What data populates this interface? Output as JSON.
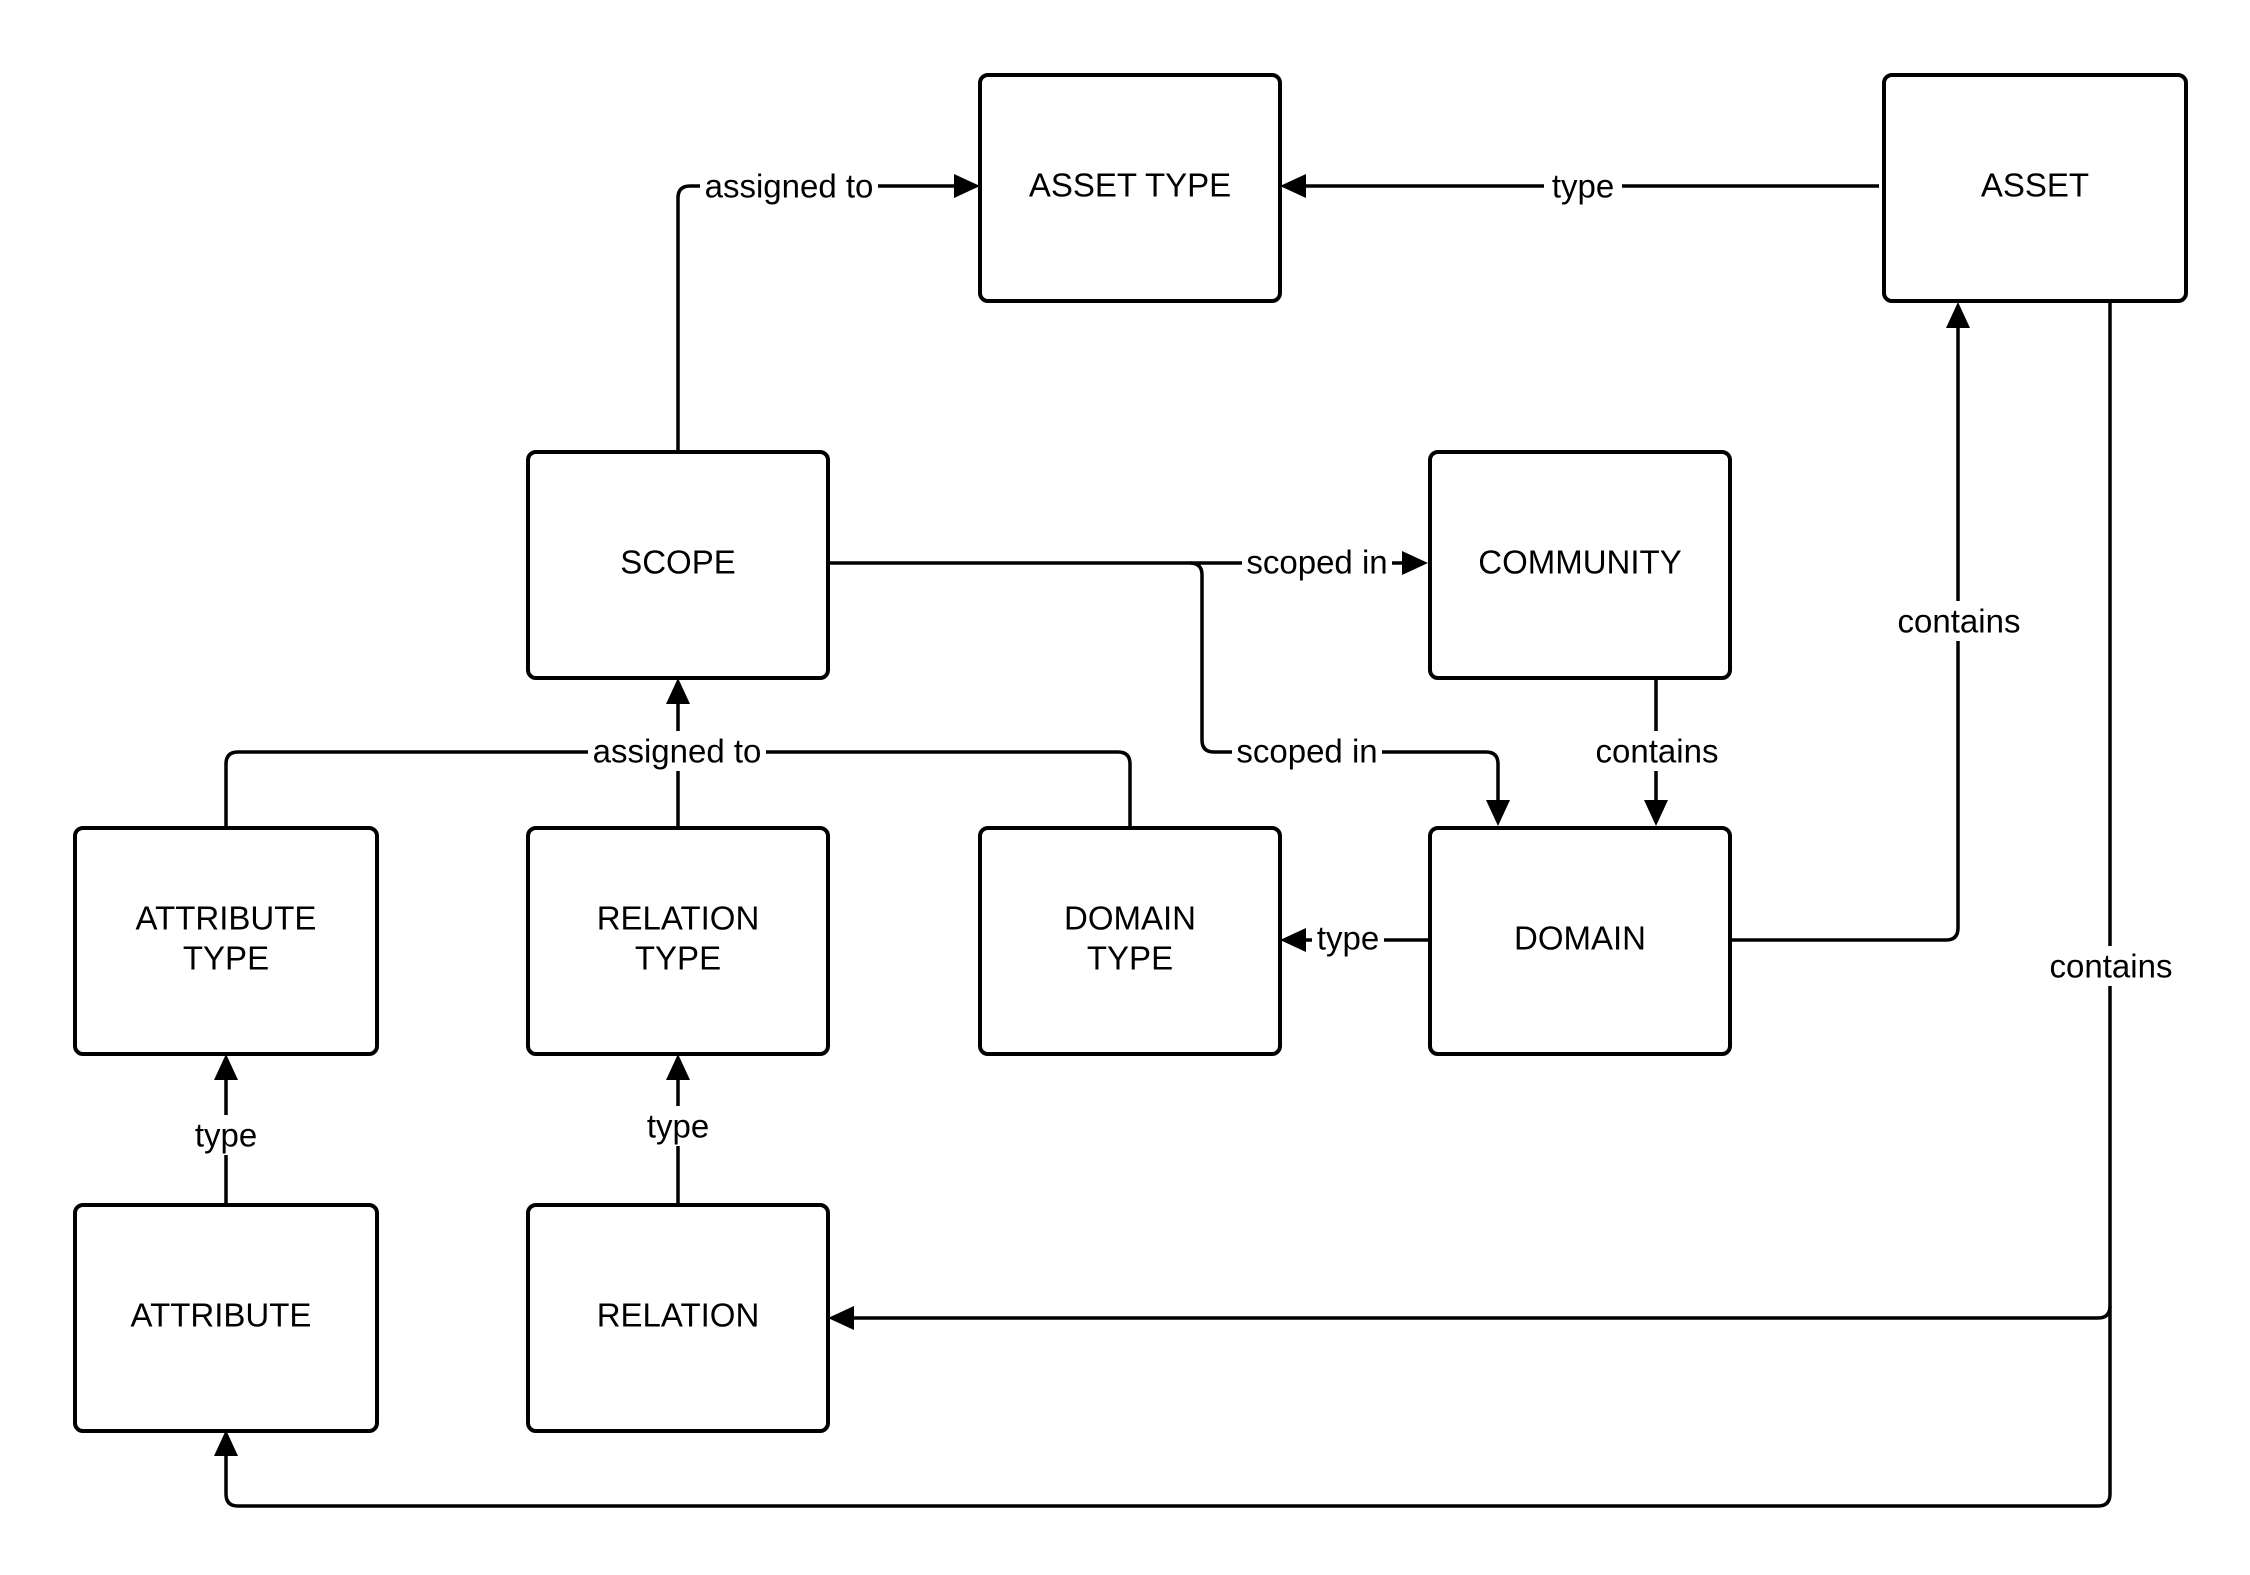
{
  "nodes": {
    "asset_type": [
      "ASSET TYPE"
    ],
    "asset": [
      "ASSET"
    ],
    "scope": [
      "SCOPE"
    ],
    "community": [
      "COMMUNITY"
    ],
    "attribute_type": [
      "ATTRIBUTE",
      "TYPE"
    ],
    "relation_type": [
      "RELATION",
      "TYPE"
    ],
    "domain_type": [
      "DOMAIN",
      "TYPE"
    ],
    "domain": [
      "DOMAIN"
    ],
    "attribute": [
      "ATTRIBUTE"
    ],
    "relation": [
      "RELATION"
    ]
  },
  "edges": {
    "scope_to_asset_type": "assigned to",
    "asset_to_asset_type": "type",
    "scope_to_community": "scoped in",
    "scope_to_domain": "scoped in",
    "community_to_domain": "contains",
    "domain_to_asset": "contains",
    "asset_to_attribute_relation": "contains",
    "types_to_scope": "assigned to",
    "domain_to_domain_type": "type",
    "attribute_to_attribute_type": "type",
    "relation_to_relation_type": "type"
  }
}
